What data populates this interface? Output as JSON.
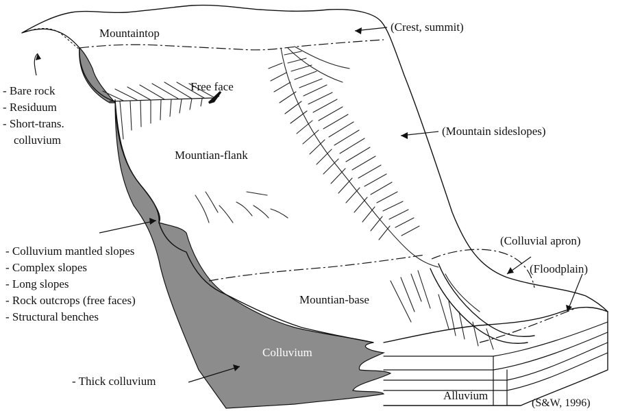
{
  "labels": {
    "mountaintop": "Mountaintop",
    "crest": "(Crest, summit)",
    "free_face": "Free face",
    "mountain_sideslopes": "(Mountain sideslopes)",
    "mountain_flank": "Mountian-flank",
    "colluvial_apron": "(Colluvial apron)",
    "floodplain": "(Floodplain)",
    "mountain_base": "Mountian-base",
    "colluvium": "Colluvium",
    "alluvium": "Alluvium",
    "citation": "(S&W, 1996)",
    "thick_colluvium": "- Thick colluvium"
  },
  "top_list": [
    "- Bare rock",
    "- Residuum",
    "- Short-trans.",
    "colluvium"
  ],
  "middle_list": [
    "- Colluvium mantled slopes",
    "- Complex slopes",
    "- Long slopes",
    "- Rock outcrops (free faces)",
    "- Structural benches"
  ]
}
